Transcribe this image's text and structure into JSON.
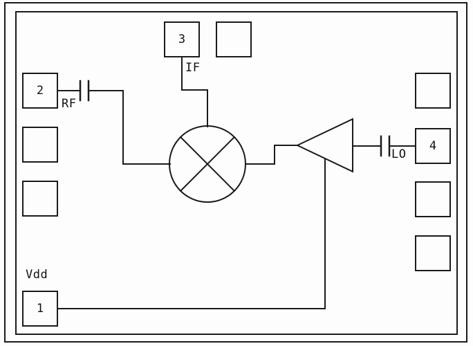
{
  "diagram": {
    "kind": "circuit-schematic",
    "pads": {
      "p1": {
        "label": "1"
      },
      "p2": {
        "label": "2"
      },
      "p3": {
        "label": "3"
      },
      "p4": {
        "label": "4"
      }
    },
    "port_labels": {
      "rf": "RF",
      "if": "IF",
      "lo": "LO",
      "vdd": "Vdd"
    },
    "components": {
      "mixer": "mixer-icon",
      "amplifier": "amplifier-icon",
      "capacitors": [
        "rf-series-capacitor-icon",
        "lo-series-capacitor-icon"
      ]
    },
    "colors": {
      "line": "#1a1a1a",
      "background": "#fdfdfd"
    }
  }
}
